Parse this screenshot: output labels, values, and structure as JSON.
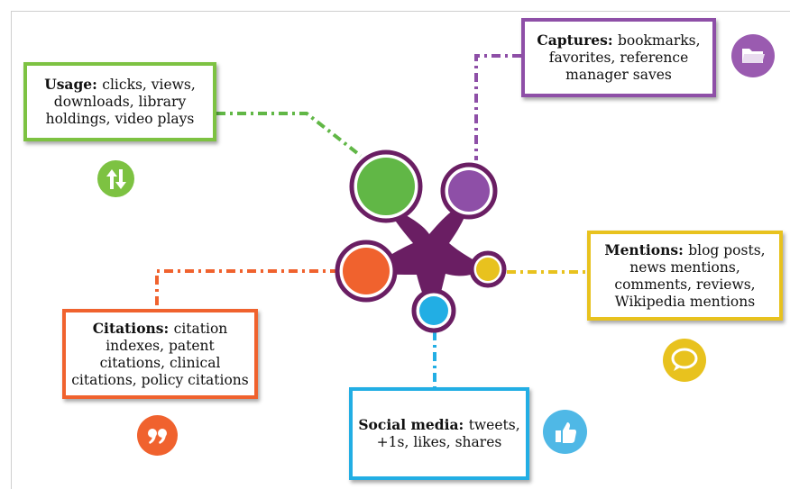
{
  "hub": {
    "colors": {
      "body": "#6a1e63",
      "usage": "#61b746",
      "captures": "#8e4fa7",
      "citations": "#f0622e",
      "mentions": "#e8c21e",
      "social": "#22aee4"
    }
  },
  "boxes": {
    "usage": {
      "title": "Usage:",
      "text": "clicks, views, downloads, library holdings, video plays"
    },
    "captures": {
      "title": "Captures:",
      "text": "bookmarks, favorites, reference manager saves"
    },
    "mentions": {
      "title": "Mentions:",
      "text": "blog posts, news mentions, comments, reviews, Wikipedia mentions"
    },
    "citations": {
      "title": "Citations:",
      "text": "citation indexes, patent citations, clinical citations, policy citations"
    },
    "social": {
      "title": "Social media:",
      "text": "tweets, +1s, likes, shares"
    }
  },
  "icons": {
    "usage": "up-down-arrows-icon",
    "captures": "folder-icon",
    "mentions": "speech-bubble-icon",
    "citations": "quote-icon",
    "social": "thumbs-up-icon"
  }
}
